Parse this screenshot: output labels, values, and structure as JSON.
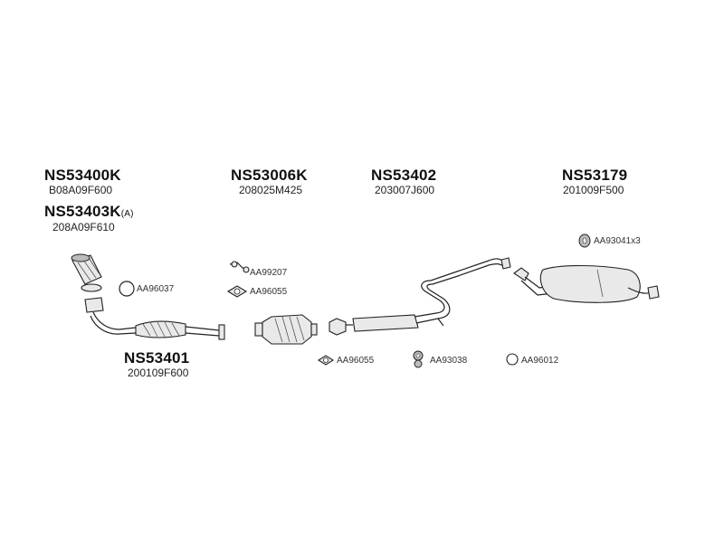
{
  "groups": {
    "g1": {
      "code": "NS53400K",
      "sub": "B08A09F600"
    },
    "g2": {
      "code": "NS53403K",
      "suffix": "(A)",
      "sub": "208A09F610"
    },
    "g3": {
      "code": "NS53006K",
      "sub": "208025M425"
    },
    "g4": {
      "code": "NS53402",
      "sub": "203007J600"
    },
    "g5": {
      "code": "NS53179",
      "sub": "201009F500"
    },
    "g6": {
      "code": "NS53401",
      "sub": "200109F600"
    }
  },
  "accessories": {
    "a1": "AA96037",
    "a2": "AA99207",
    "a3": "AA96055",
    "a4": "AA96055",
    "a5": "AA93038",
    "a6": "AA96012",
    "a7": "AA93041x3"
  }
}
